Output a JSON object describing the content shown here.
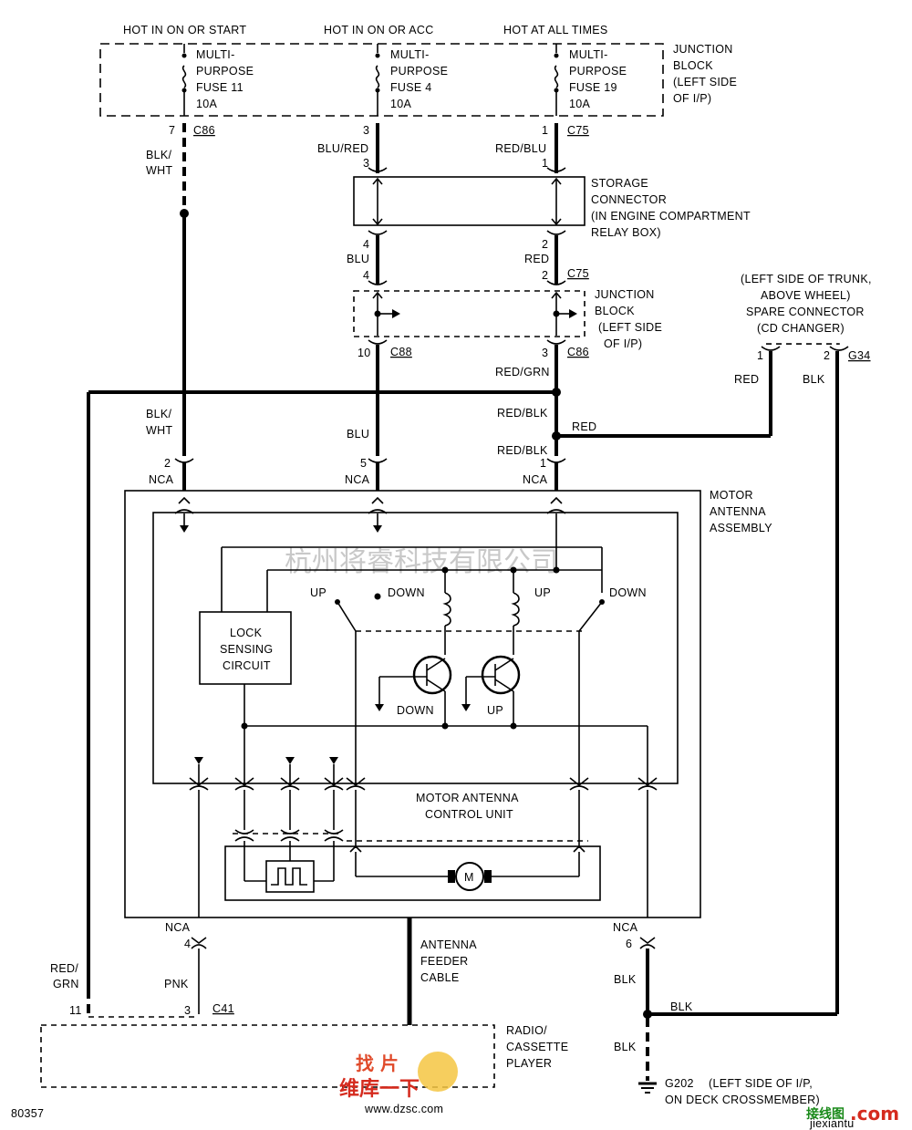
{
  "power": {
    "start": "HOT IN ON OR START",
    "acc": "HOT IN ON OR ACC",
    "all": "HOT AT ALL TIMES"
  },
  "fuses": [
    {
      "l1": "MULTI-",
      "l2": "PURPOSE",
      "l3": "FUSE 11",
      "l4": "10A"
    },
    {
      "l1": "MULTI-",
      "l2": "PURPOSE",
      "l3": "FUSE 4",
      "l4": "10A"
    },
    {
      "l1": "MULTI-",
      "l2": "PURPOSE",
      "l3": "FUSE 19",
      "l4": "10A"
    }
  ],
  "jb1": {
    "l1": "JUNCTION",
    "l2": "BLOCK",
    "l3": "(LEFT SIDE",
    "l4": "OF I/P)"
  },
  "storage": {
    "l1": "STORAGE",
    "l2": "CONNECTOR",
    "l3": "(IN ENGINE COMPARTMENT",
    "l4": "RELAY BOX)"
  },
  "jb2": {
    "l1": "JUNCTION",
    "l2": "BLOCK",
    "l3": "(LEFT SIDE",
    "l4": "OF I/P)"
  },
  "spare": {
    "l1": "(LEFT SIDE OF TRUNK,",
    "l2": "ABOVE WHEEL)",
    "l3": "SPARE CONNECTOR",
    "l4": "(CD CHANGER)"
  },
  "antenna_assy": {
    "l1": "MOTOR",
    "l2": "ANTENNA",
    "l3": "ASSEMBLY"
  },
  "control_unit": {
    "l1": "MOTOR ANTENNA",
    "l2": "CONTROL UNIT"
  },
  "lock": {
    "l1": "LOCK",
    "l2": "SENSING",
    "l3": "CIRCUIT"
  },
  "feeder": {
    "l1": "ANTENNA",
    "l2": "FEEDER",
    "l3": "CABLE"
  },
  "radio": {
    "l1": "RADIO/",
    "l2": "CASSETTE",
    "l3": "PLAYER"
  },
  "ground": {
    "id": "G202",
    "l1": "(LEFT SIDE OF I/P,",
    "l2": "ON DECK CROSSMEMBER)"
  },
  "switch": {
    "up": "UP",
    "down": "DOWN"
  },
  "wires": {
    "blk_wht": "BLK/",
    "wht": "WHT",
    "blu_red": "BLU/RED",
    "red_blu": "RED/BLU",
    "blu": "BLU",
    "red": "RED",
    "red_grn": "RED/GRN",
    "red_blk": "RED/BLK",
    "blk": "BLK",
    "pnk": "PNK",
    "red_slash": "RED/",
    "grn": "GRN"
  },
  "connectors": {
    "c86": "C86",
    "c75": "C75",
    "c88": "C88",
    "g34": "G34",
    "c41": "C41",
    "nca": "NCA"
  },
  "pins": {
    "p7": "7",
    "p3": "3",
    "p1": "1",
    "p4": "4",
    "p2": "2",
    "p10": "10",
    "p5": "5",
    "p6": "6",
    "p11": "11"
  },
  "figure_id": "80357",
  "watermark": "杭州将睿科技有限公司",
  "logo": {
    "top": "找 片",
    "main": "维库一下",
    "url": "www.dzsc.com"
  },
  "logo2": {
    "main": "接线图",
    "dot": ".com",
    "sub": "jiexiantu"
  }
}
